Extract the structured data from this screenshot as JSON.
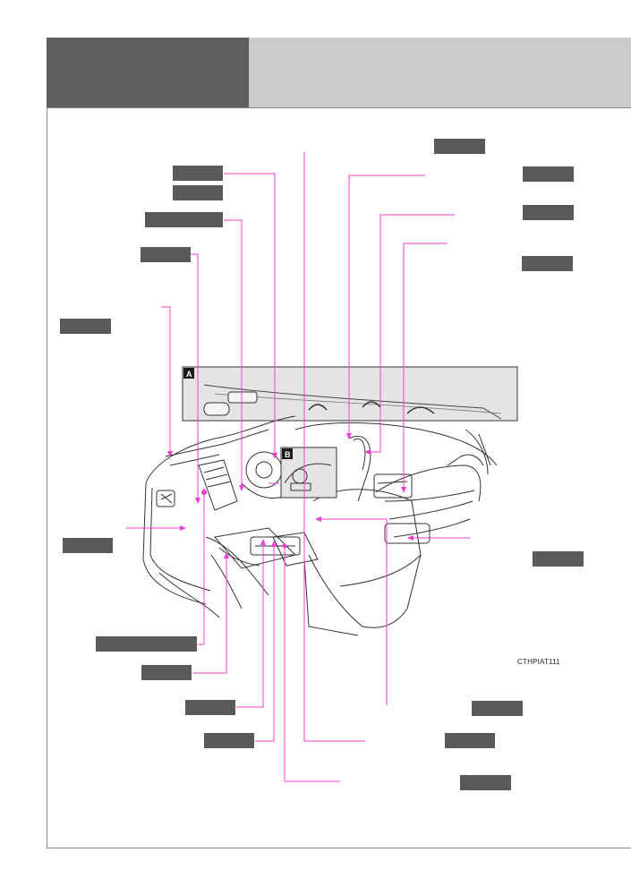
{
  "figure": {
    "code": "CTHPIAT111",
    "inset_a_label": "A",
    "inset_b_label": "B"
  },
  "colors": {
    "leader_line": "#ee3fd2",
    "header_dark": "#5e5e5e",
    "header_light": "#cbcbcb",
    "tag_fill": "#5a5a5a"
  }
}
